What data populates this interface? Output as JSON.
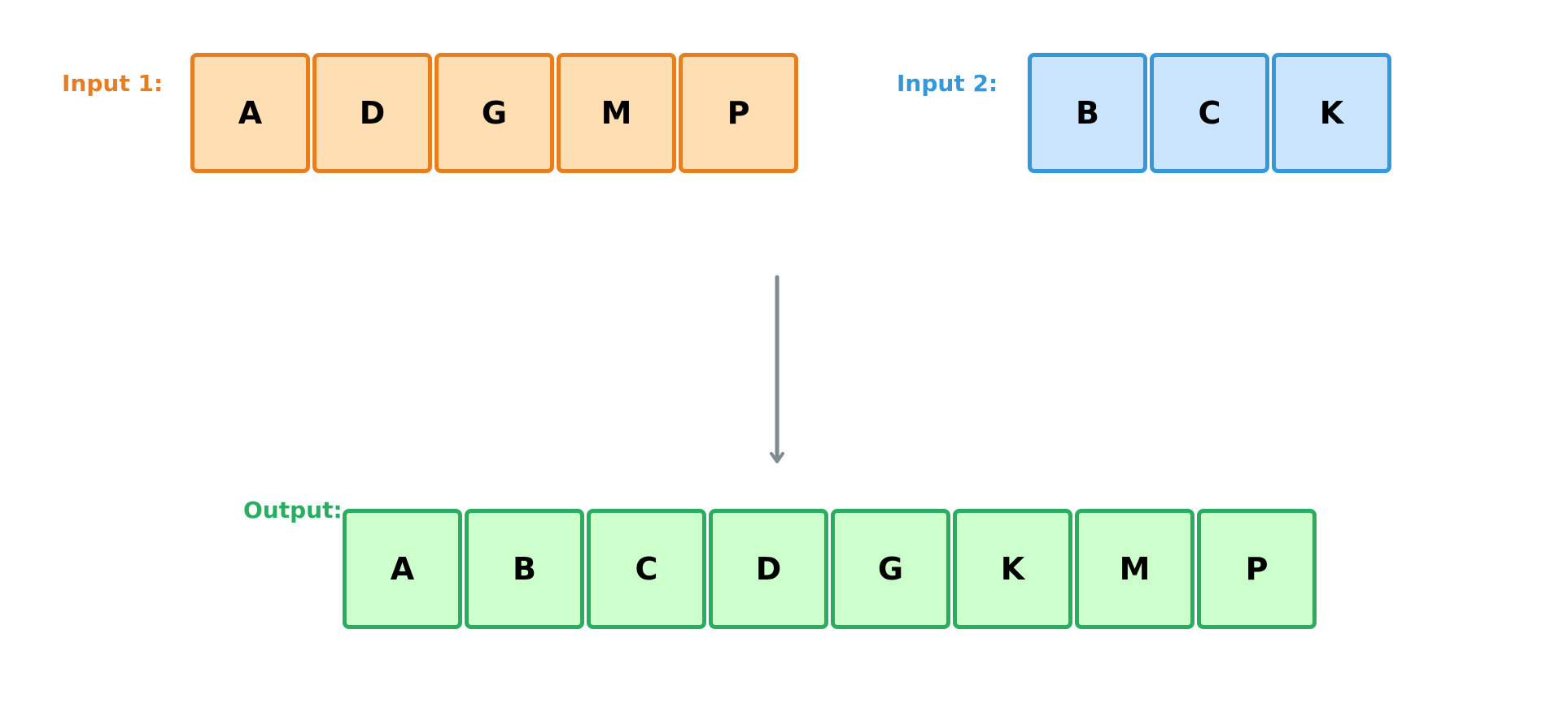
{
  "colors": {
    "input1_border": "#E67E22",
    "input1_fill": "#FDDFB3",
    "input2_border": "#3498DB",
    "input2_fill": "#CCE5FF",
    "output_border": "#27AE60",
    "output_fill": "#CCFFCC",
    "arrow": "#7F8C8D"
  },
  "input1": {
    "label": "Input 1:",
    "cells": [
      "A",
      "D",
      "G",
      "M",
      "P"
    ]
  },
  "input2": {
    "label": "Input 2:",
    "cells": [
      "B",
      "C",
      "K"
    ]
  },
  "output": {
    "label": "Output:",
    "cells": [
      "A",
      "B",
      "C",
      "D",
      "G",
      "K",
      "M",
      "P"
    ]
  }
}
